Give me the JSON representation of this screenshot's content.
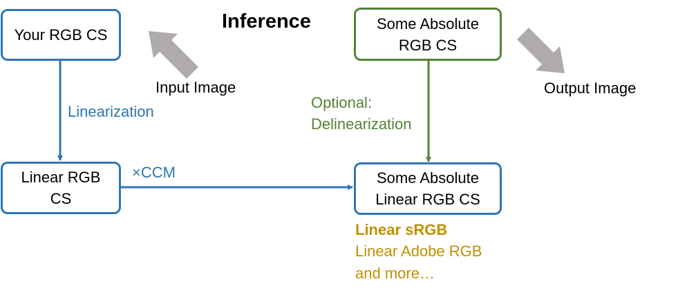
{
  "title": "Inference",
  "colors": {
    "blue": "#2e75b6",
    "green": "#548235",
    "gold": "#bf9000",
    "gray_arrow": "#afabab"
  },
  "nodes": {
    "your_rgb": {
      "line1": "Your RGB CS"
    },
    "linear_rgb": {
      "line1": "Linear RGB",
      "line2": "CS"
    },
    "abs_rgb": {
      "line1": "Some Absolute",
      "line2": "RGB CS"
    },
    "abs_linear": {
      "line1": "Some Absolute",
      "line2": "Linear RGB CS"
    }
  },
  "edges": {
    "linearization": "Linearization",
    "ccm": "×CCM",
    "optional": "Optional:",
    "delinearization": "Delinearization"
  },
  "io": {
    "input": "Input Image",
    "output": "Output Image"
  },
  "examples": {
    "primary": "Linear sRGB",
    "second": "Linear Adobe RGB",
    "third": "and more…"
  }
}
